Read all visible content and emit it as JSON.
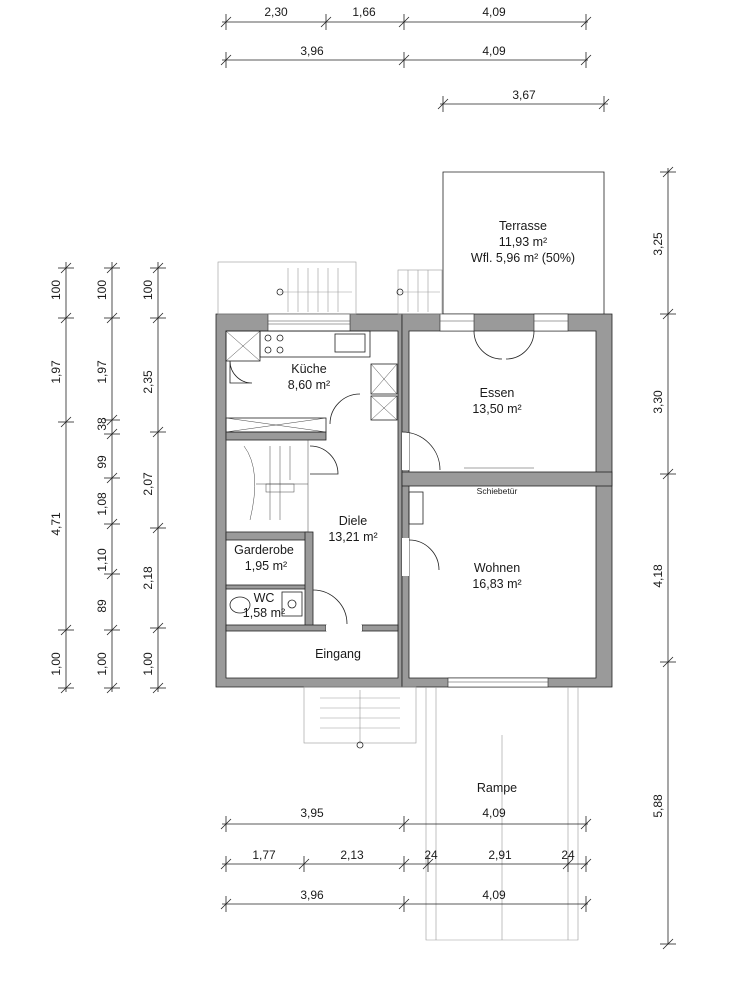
{
  "rooms": {
    "terrasse": {
      "name": "Terrasse",
      "area": "11,93 m²",
      "wfl": "Wfl. 5,96 m² (50%)"
    },
    "kueche": {
      "name": "Küche",
      "area": "8,60 m²"
    },
    "essen": {
      "name": "Essen",
      "area": "13,50 m²"
    },
    "diele": {
      "name": "Diele",
      "area": "13,21 m²"
    },
    "garderobe": {
      "name": "Garderobe",
      "area": "1,95 m²"
    },
    "wc": {
      "name": "WC",
      "area": "1,58 m²"
    },
    "wohnen": {
      "name": "Wohnen",
      "area": "16,83 m²"
    },
    "eingang": {
      "name": "Eingang"
    },
    "rampe": {
      "name": "Rampe"
    }
  },
  "labels": {
    "schiebetuer": "Schiebetür"
  },
  "dims": {
    "top1": [
      "2,30",
      "1,66",
      "4,09"
    ],
    "top2": [
      "3,96",
      "4,09"
    ],
    "top3": [
      "3,67"
    ],
    "bottom1": [
      "3,95",
      "4,09"
    ],
    "bottom2": [
      "1,77",
      "2,13",
      "24",
      "2,91",
      "24"
    ],
    "bottom3": [
      "3,96",
      "4,09"
    ],
    "left1": [
      "100",
      "4,71",
      "1,00"
    ],
    "left2": [
      "100",
      "1,97",
      "38",
      "99",
      "1,08",
      "1,10",
      "89",
      "1,00"
    ],
    "left3": [
      "100",
      "2,35",
      "2,07",
      "2,18",
      "1,00"
    ],
    "left_outer1": "1,97",
    "right": [
      "3,25",
      "3,30",
      "4,18",
      "5,88"
    ]
  }
}
